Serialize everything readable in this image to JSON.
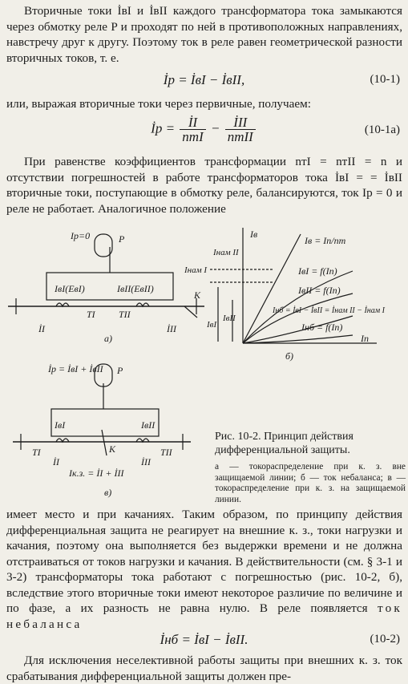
{
  "paragraphs": {
    "p1": "Вторичные токи İвI и İвII каждого трансформатора тока замыкаются через обмотку реле P и проходят по ней в противоположных направлениях, навстречу друг к другу. Поэтому ток в реле равен геометрической разности вторичных токов, т. е.",
    "p2": "или, выражая вторичные токи через первичные, получаем:",
    "p3": "При равенстве коэффициентов трансформации nтI = nтII = n и отсутствии погрешностей в работе трансформаторов тока İвI = = İвII вторичные токи, поступающие в обмотку реле, балансируются, ток Iр = 0 и реле не работает. Аналогичное положение",
    "p4": "имеет место и при качаниях. Таким образом, по принципу действия дифференциальная защита не реагирует на внешние к. з., токи нагрузки и качания, поэтому она выполняется без выдержки времени и не должна отстраиваться от токов нагрузки и качания. В действительности (см. § 3-1 и 3-2) трансформаторы тока работают с погрешностью (рис. 10-2, б), вследствие этого вторичные токи имеют некоторое различие по величине и по фазе, а их разность не равна нулю. В реле появляется",
    "p4_spaced": "ток небаланса",
    "p5": "Для исключения неселективной работы защиты при внешних к. з. ток срабатывания дифференциальной защиты должен пре-"
  },
  "equations": {
    "eq1": "İр = İвI − İвII,",
    "eq1_num": "(10-1)",
    "eq2_lhs": "İр =",
    "eq2_f1_num": "İI",
    "eq2_f1_den": "nтI",
    "eq2_minus": "−",
    "eq2_f2_num": "İII",
    "eq2_f2_den": "nтII",
    "eq2_num": "(10-1а)",
    "eq3": "İнб = İвI − İвII.",
    "eq3_num": "(10-2)"
  },
  "figure": {
    "caption_title": "Рис. 10-2. Принцип действия дифференциальной защиты.",
    "caption_body": "а — токораспределение при к. з. вне защищаемой линии; б — ток небаланса; в — токораспределение при к. з. на защищаемой линии.",
    "panel_a": {
      "relay_current": "Iр=0",
      "relay": "P",
      "left_sec": "IвI(EвI)",
      "right_sec": "IвII(EвII)",
      "ct_left": "TI",
      "ct_right": "TII",
      "prim_left": "İI",
      "prim_right": "İII",
      "fault": "K",
      "label": "а)"
    },
    "panel_b": {
      "y_axis": "Iв",
      "line_label": "Iв = Iп/nт",
      "i_nam_2": "Iнам II",
      "i_nam_1": "Iнам I",
      "curve_1": "IвI = f(Iп)",
      "curve_2": "IвII = f(Iп)",
      "unb_eq": "Iнб = İвI − İвII = İнам II − İнам I",
      "curve_unb": "Iнб = f(Iп)",
      "x_axis": "Iп",
      "iv1": "IвI",
      "iv2": "IвII",
      "label": "б)"
    },
    "panel_c": {
      "relay_current": "İр = İвI + İвII",
      "relay": "P",
      "left_sec": "IвI",
      "right_sec": "IвII",
      "ct_left": "TI",
      "ct_right": "TII",
      "prim_left": "İI",
      "prim_right": "İII",
      "fault": "K",
      "fault_current": "Iк.з. = İI + İII",
      "label": "в)"
    }
  }
}
